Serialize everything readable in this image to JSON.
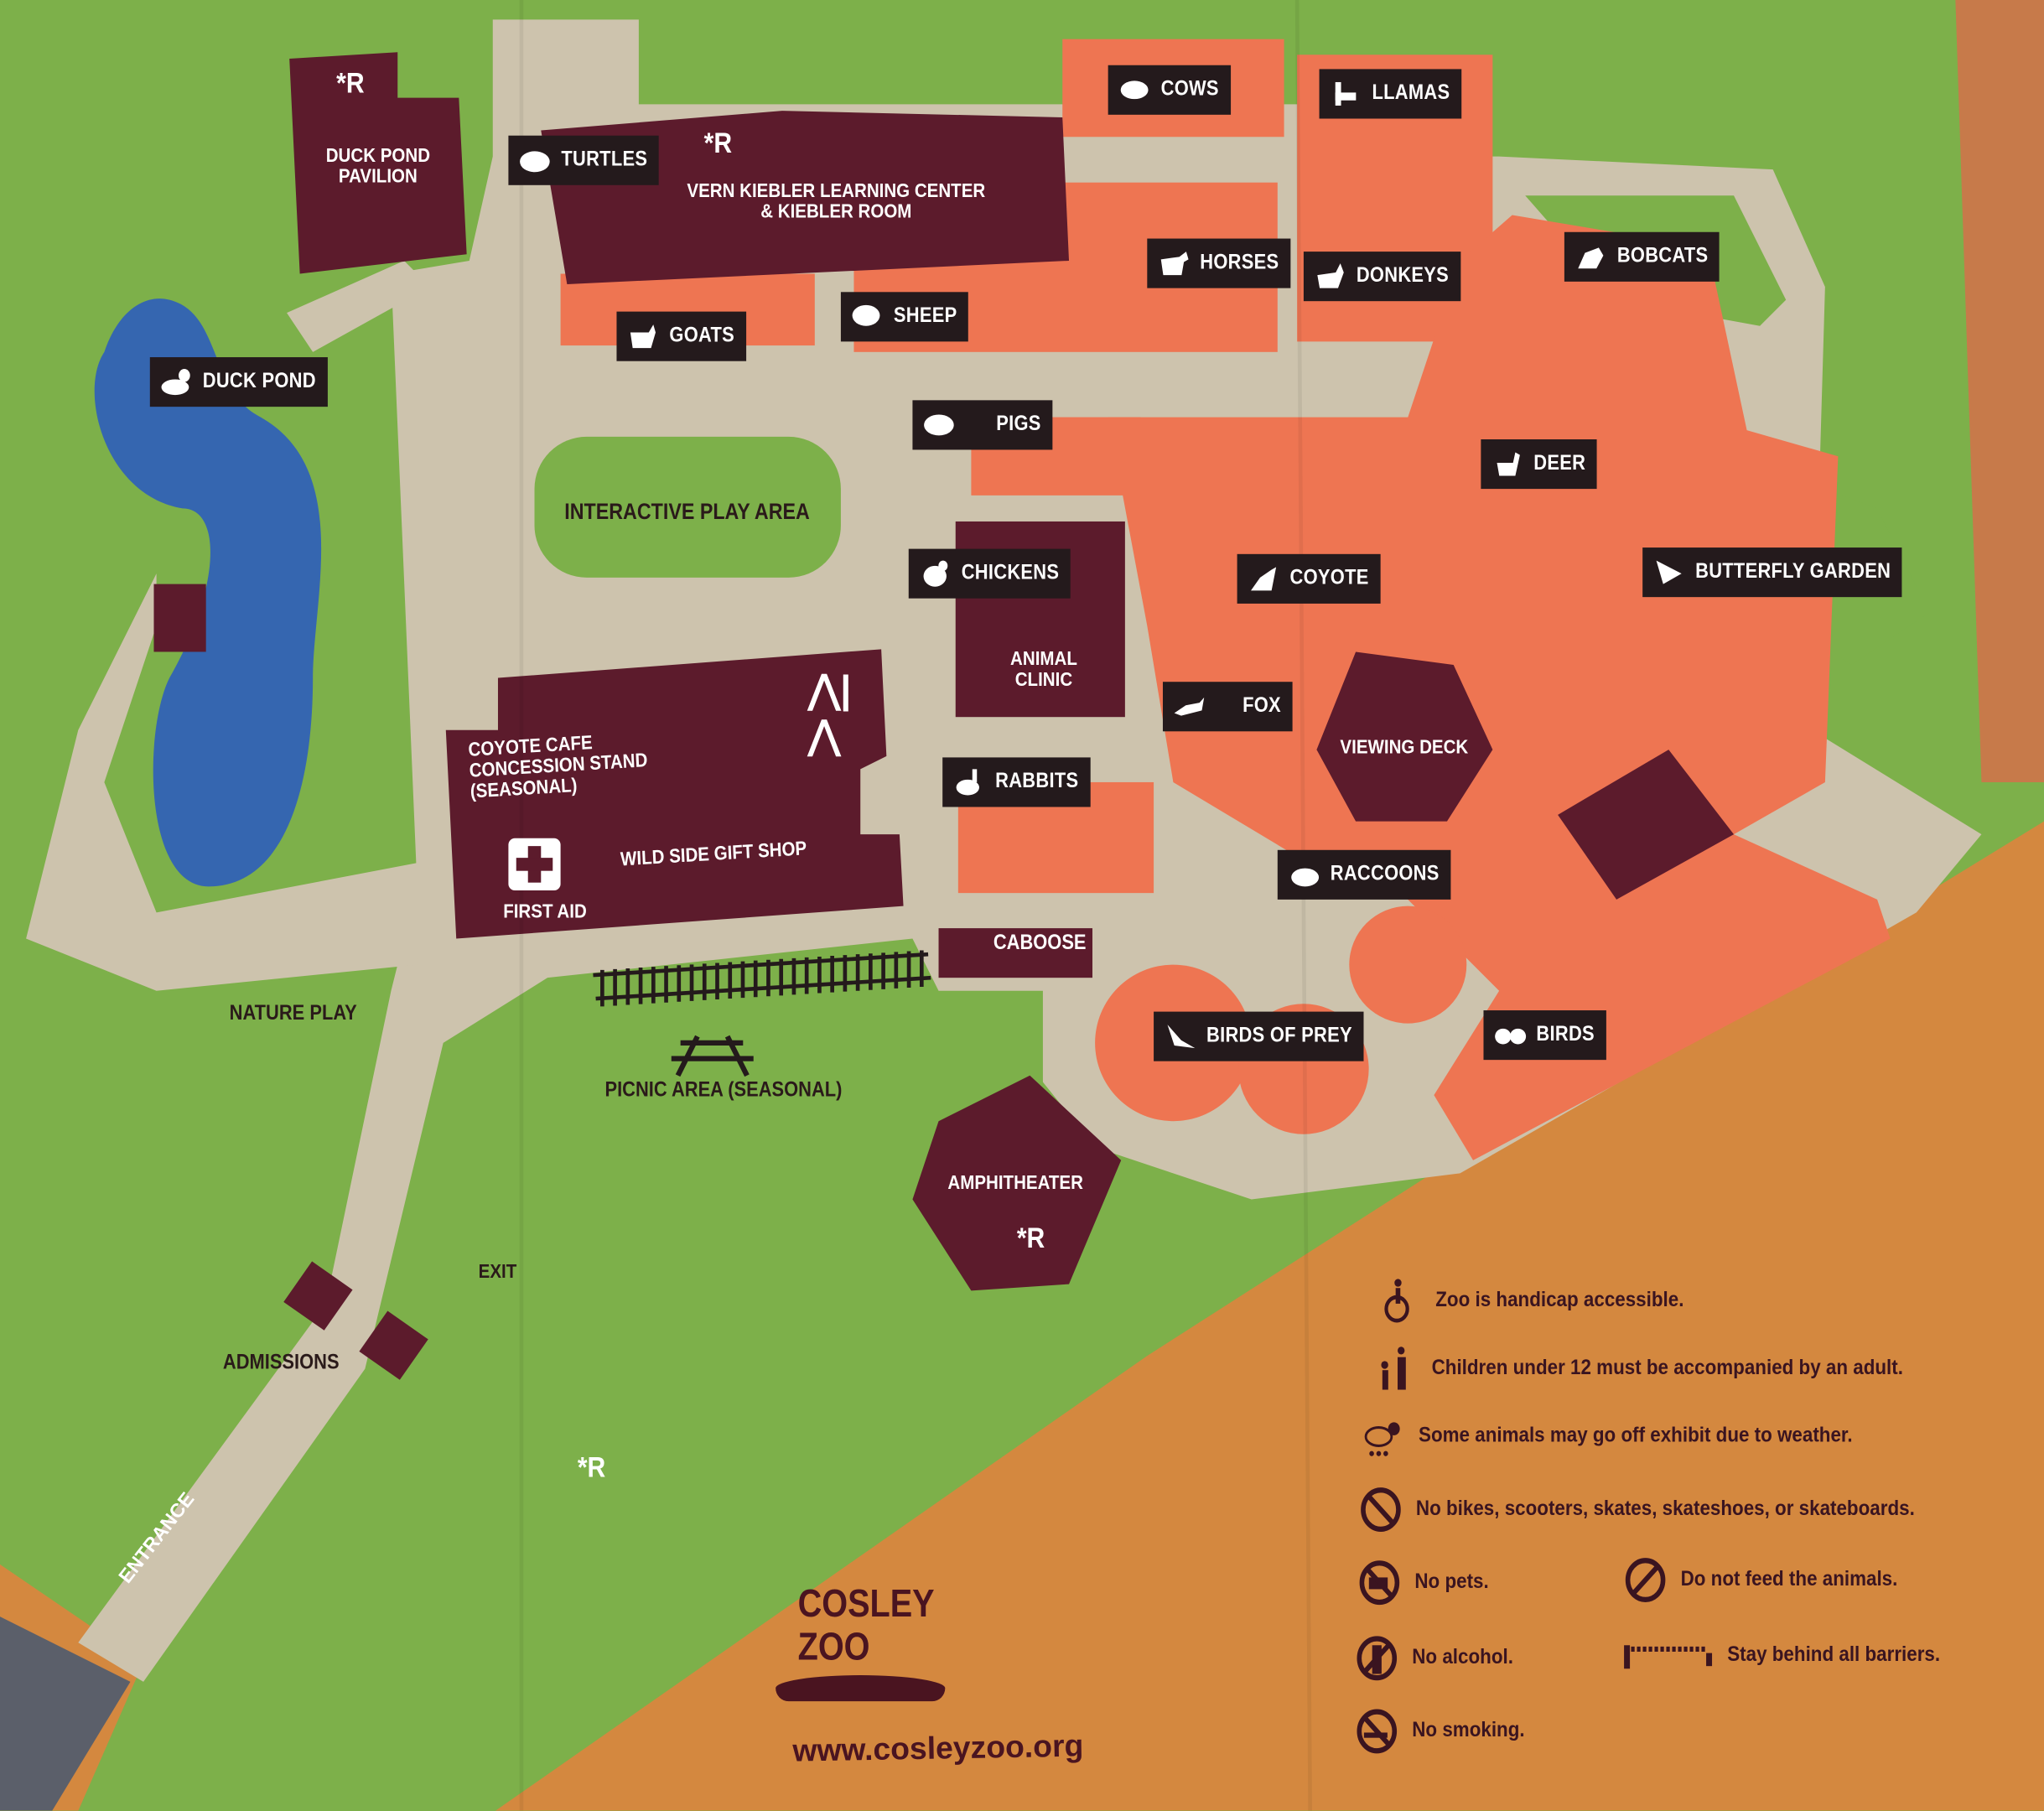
{
  "title": "Cosley Zoo map",
  "colors": {
    "grass": "#7db04a",
    "path": "#cdc3ad",
    "exhibit": "#ee7552",
    "building": "#5c1b2c",
    "label_bg": "#241a1c",
    "paper": "#d4883f",
    "pond": "#3566b0"
  },
  "exhibits": [
    {
      "label": "COWS",
      "icon": "cow-icon"
    },
    {
      "label": "LLAMAS",
      "icon": "llama-icon"
    },
    {
      "label": "TURTLES",
      "icon": "turtle-icon"
    },
    {
      "label": "HORSES",
      "icon": "horse-icon"
    },
    {
      "label": "DONKEYS",
      "icon": "donkey-icon"
    },
    {
      "label": "BOBCATS",
      "icon": "bobcat-icon"
    },
    {
      "label": "GOATS",
      "icon": "goat-icon"
    },
    {
      "label": "SHEEP",
      "icon": "sheep-icon"
    },
    {
      "label": "DUCK POND",
      "icon": "duck-icon"
    },
    {
      "label": "PIGS",
      "icon": "pig-icon"
    },
    {
      "label": "DEER",
      "icon": "deer-icon"
    },
    {
      "label": "CHICKENS",
      "icon": "chicken-icon"
    },
    {
      "label": "COYOTE",
      "icon": "coyote-icon"
    },
    {
      "label": "BUTTERFLY GARDEN",
      "icon": "butterfly-icon"
    },
    {
      "label": "FOX",
      "icon": "fox-icon"
    },
    {
      "label": "RABBITS",
      "icon": "rabbit-icon"
    },
    {
      "label": "RACCOONS",
      "icon": "raccoon-icon"
    },
    {
      "label": "BIRDS OF PREY",
      "icon": "eagle-icon"
    },
    {
      "label": "BIRDS",
      "icon": "birds-icon"
    }
  ],
  "places": {
    "caboose": "CABOOSE",
    "duck_pond_pavilion": "DUCK POND\nPAVILION",
    "learning_center": "VERN KIEBLER LEARNING CENTER\n& KIEBLER ROOM",
    "play_area": "INTERACTIVE PLAY AREA",
    "animal_clinic": "ANIMAL\nCLINIC",
    "viewing_deck": "VIEWING DECK",
    "cafe": "COYOTE CAFE\nCONCESSION STAND\n(SEASONAL)",
    "gift_shop": "WILD SIDE GIFT SHOP",
    "first_aid": "FIRST AID",
    "nature_play": "NATURE PLAY",
    "picnic": "PICNIC AREA (SEASONAL)",
    "amphitheater": "AMPHITHEATER",
    "exit": "EXIT",
    "admissions": "ADMISSIONS",
    "entrance": "ENTRANCE",
    "restroom_mark": "*R"
  },
  "brand": {
    "name_line1": "COSLEY",
    "name_line2": "ZOO",
    "url": "www.cosleyzoo.org"
  },
  "rules": [
    {
      "text": "Zoo is handicap accessible.",
      "icon": "wheelchair-icon"
    },
    {
      "text": "Children under 12 must be accompanied by an adult.",
      "icon": "adult-child-icon"
    },
    {
      "text": "Some animals may go off exhibit due to weather.",
      "icon": "weather-icon"
    },
    {
      "text": "No bikes, scooters, skates, skateshoes, or skateboards.",
      "icon": "no-bikes-icon"
    },
    {
      "text": "No pets.",
      "icon": "no-pets-icon"
    },
    {
      "text": "Do not feed the animals.",
      "icon": "no-feeding-icon"
    },
    {
      "text": "No alcohol.",
      "icon": "no-alcohol-icon"
    },
    {
      "text": "Stay behind all barriers.",
      "icon": "barrier-icon"
    },
    {
      "text": "No smoking.",
      "icon": "no-smoking-icon"
    }
  ]
}
